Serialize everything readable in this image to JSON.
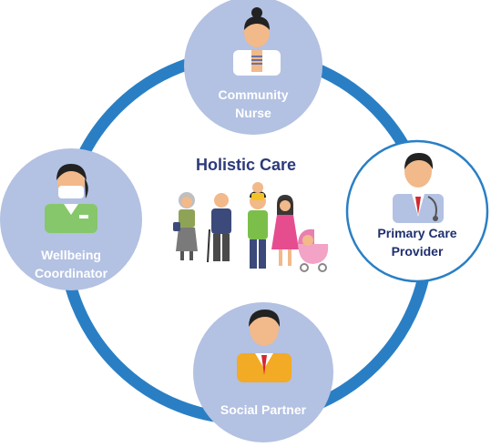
{
  "diagram": {
    "center_title": "Holistic Care",
    "nodes": [
      {
        "key": "nurse",
        "label_lines": [
          "Community",
          "Nurse"
        ]
      },
      {
        "key": "provider",
        "label_lines": [
          "Primary Care",
          "Provider"
        ]
      },
      {
        "key": "partner",
        "label_lines": [
          "Social Partner"
        ]
      },
      {
        "key": "coordinator",
        "label_lines": [
          "Wellbeing",
          "Coordinator"
        ]
      }
    ]
  },
  "colors": {
    "ring": "#2a7fc4",
    "node_fill": "#b3c1e2",
    "provider_fill": "#ffffff",
    "provider_border": "#2a7fc4",
    "title": "#2c3a7a"
  },
  "icons": [
    "nurse-icon",
    "doctor-icon",
    "businessman-icon",
    "masked-coordinator-icon",
    "family-group-icon"
  ]
}
